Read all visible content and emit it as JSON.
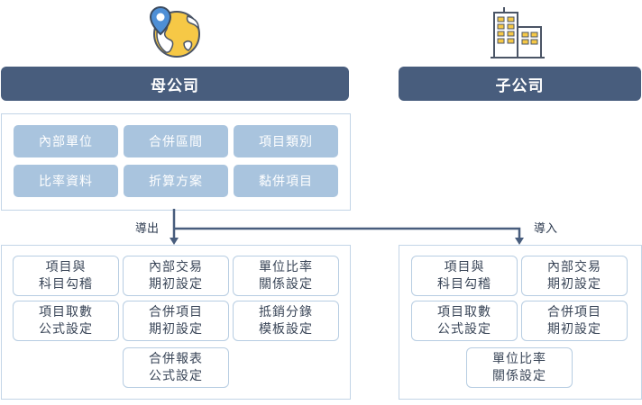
{
  "parent": {
    "title": "母公司",
    "items": [
      "內部單位",
      "合併區間",
      "項目類別",
      "比率資料",
      "折算方案",
      "黏併項目"
    ],
    "export_label": "導出",
    "tasks": [
      {
        "line1": "項目與",
        "line2": "科目勾稽"
      },
      {
        "line1": "內部交易",
        "line2": "期初設定"
      },
      {
        "line1": "單位比率",
        "line2": "關係設定"
      },
      {
        "line1": "項目取數",
        "line2": "公式設定"
      },
      {
        "line1": "合併項目",
        "line2": "期初設定"
      },
      {
        "line1": "抵銷分錄",
        "line2": "模板設定"
      },
      {
        "line1": "合併報表",
        "line2": "公式設定"
      }
    ]
  },
  "subsidiary": {
    "title": "子公司",
    "import_label": "導入",
    "tasks": [
      {
        "line1": "項目與",
        "line2": "科目勾稽"
      },
      {
        "line1": "內部交易",
        "line2": "期初設定"
      },
      {
        "line1": "項目取數",
        "line2": "公式設定"
      },
      {
        "line1": "合併項目",
        "line2": "期初設定"
      },
      {
        "line1": "單位比率",
        "line2": "關係設定"
      }
    ]
  },
  "icons": {
    "parent": "globe-location-icon",
    "subsidiary": "office-building-icon"
  },
  "colors": {
    "banner": "#485d7d",
    "chip": "#a9c4de",
    "border": "#c3d5e7",
    "globe_yellow": "#f6c846",
    "pin_blue": "#4e8fd6"
  }
}
